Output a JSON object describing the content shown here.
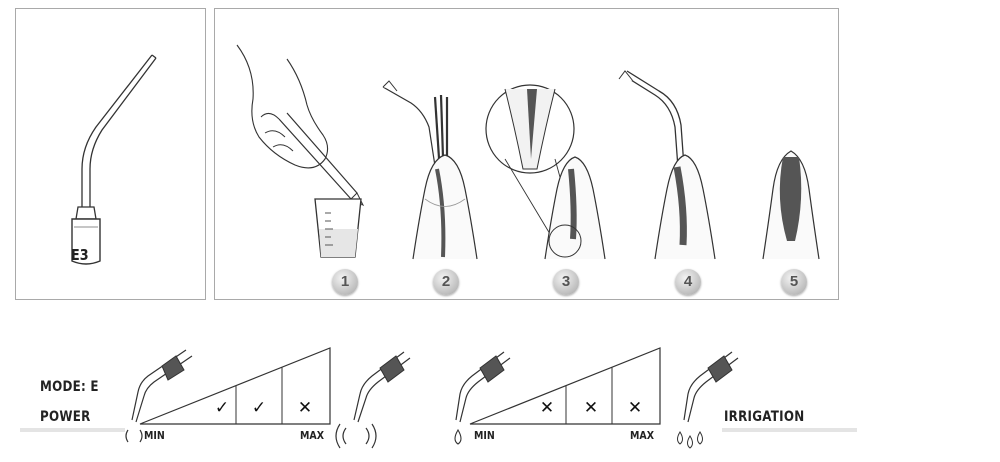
{
  "tip": {
    "model_label": "E3"
  },
  "steps": [
    "1",
    "2",
    "3",
    "4",
    "5"
  ],
  "settings": {
    "mode_label": "MODE: E",
    "power": {
      "label": "POWER",
      "min_label": "MIN",
      "max_label": "MAX",
      "levels": [
        {
          "mark": "✓",
          "allowed": true
        },
        {
          "mark": "✓",
          "allowed": true
        },
        {
          "mark": "✕",
          "allowed": false
        }
      ]
    },
    "irrigation": {
      "label": "IRRIGATION",
      "min_label": "MIN",
      "max_label": "MAX",
      "levels": [
        {
          "mark": "✕",
          "allowed": false
        },
        {
          "mark": "✕",
          "allowed": false
        },
        {
          "mark": "✕",
          "allowed": false
        }
      ]
    }
  },
  "colors": {
    "border": "#a9a9a9",
    "ink": "#222222",
    "fill_dark": "#555555",
    "badge": "#bdbdbd"
  }
}
